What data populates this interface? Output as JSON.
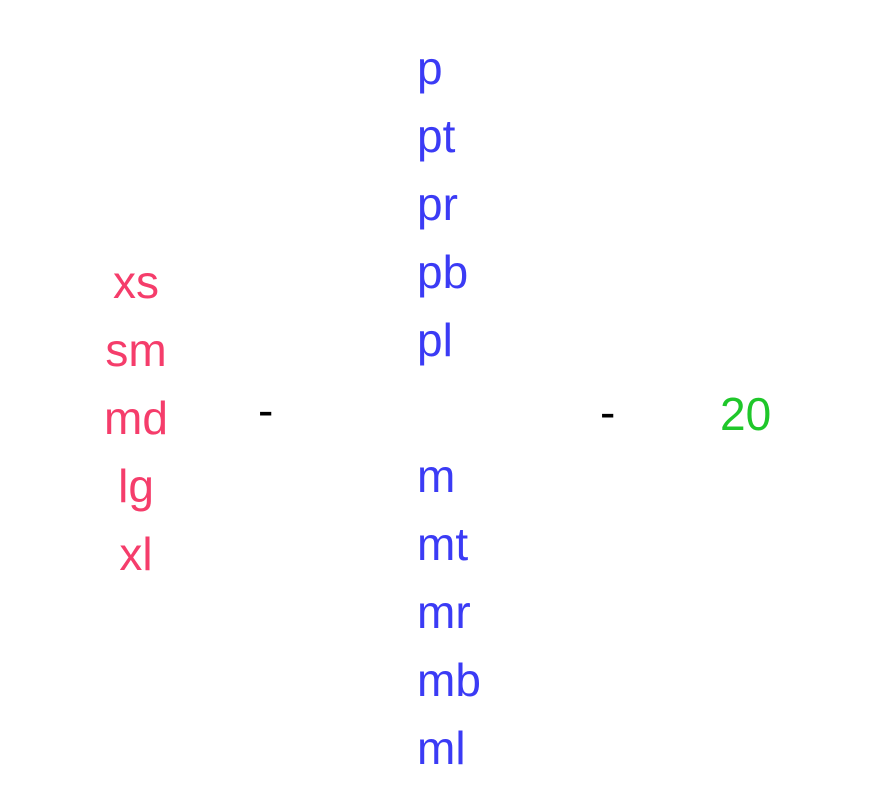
{
  "breakpoints": [
    "xs",
    "sm",
    "md",
    "lg",
    "xl"
  ],
  "padding_props": [
    "p",
    "pt",
    "pr",
    "pb",
    "pl"
  ],
  "margin_props": [
    "m",
    "mt",
    "mr",
    "mb",
    "ml"
  ],
  "separator_left": "-",
  "separator_right": "-",
  "value": "20",
  "colors": {
    "breakpoint": "#f53d6b",
    "property": "#3b3bf5",
    "separator": "#000000",
    "value": "#1fc72a"
  }
}
